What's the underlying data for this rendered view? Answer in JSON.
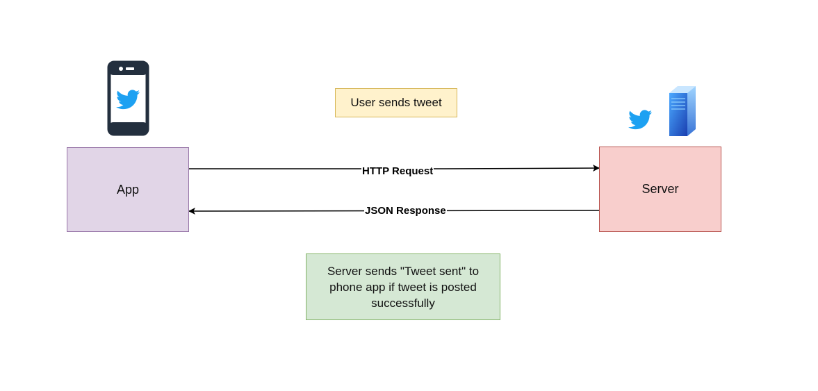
{
  "nodes": {
    "app": "App",
    "server": "Server"
  },
  "notes": {
    "user_sends": "User sends tweet",
    "server_sends": "Server sends \"Tweet sent\" to phone app if tweet is posted successfully"
  },
  "edges": {
    "request": "HTTP Request",
    "response": "JSON Response"
  },
  "icons": {
    "phone": "mobile-phone-icon",
    "phone_bird": "twitter-bird-icon",
    "server_bird": "twitter-bird-icon",
    "server": "server-tower-icon"
  },
  "colors": {
    "app_fill": "#e1d5e7",
    "app_stroke": "#9673a6",
    "server_fill": "#f8cecc",
    "server_stroke": "#b85450",
    "note_yellow_fill": "#fff2cc",
    "note_yellow_stroke": "#d6b656",
    "note_green_fill": "#d5e8d4",
    "note_green_stroke": "#82b366",
    "twitter_blue": "#1da1f2",
    "phone_dark": "#232f3e"
  }
}
